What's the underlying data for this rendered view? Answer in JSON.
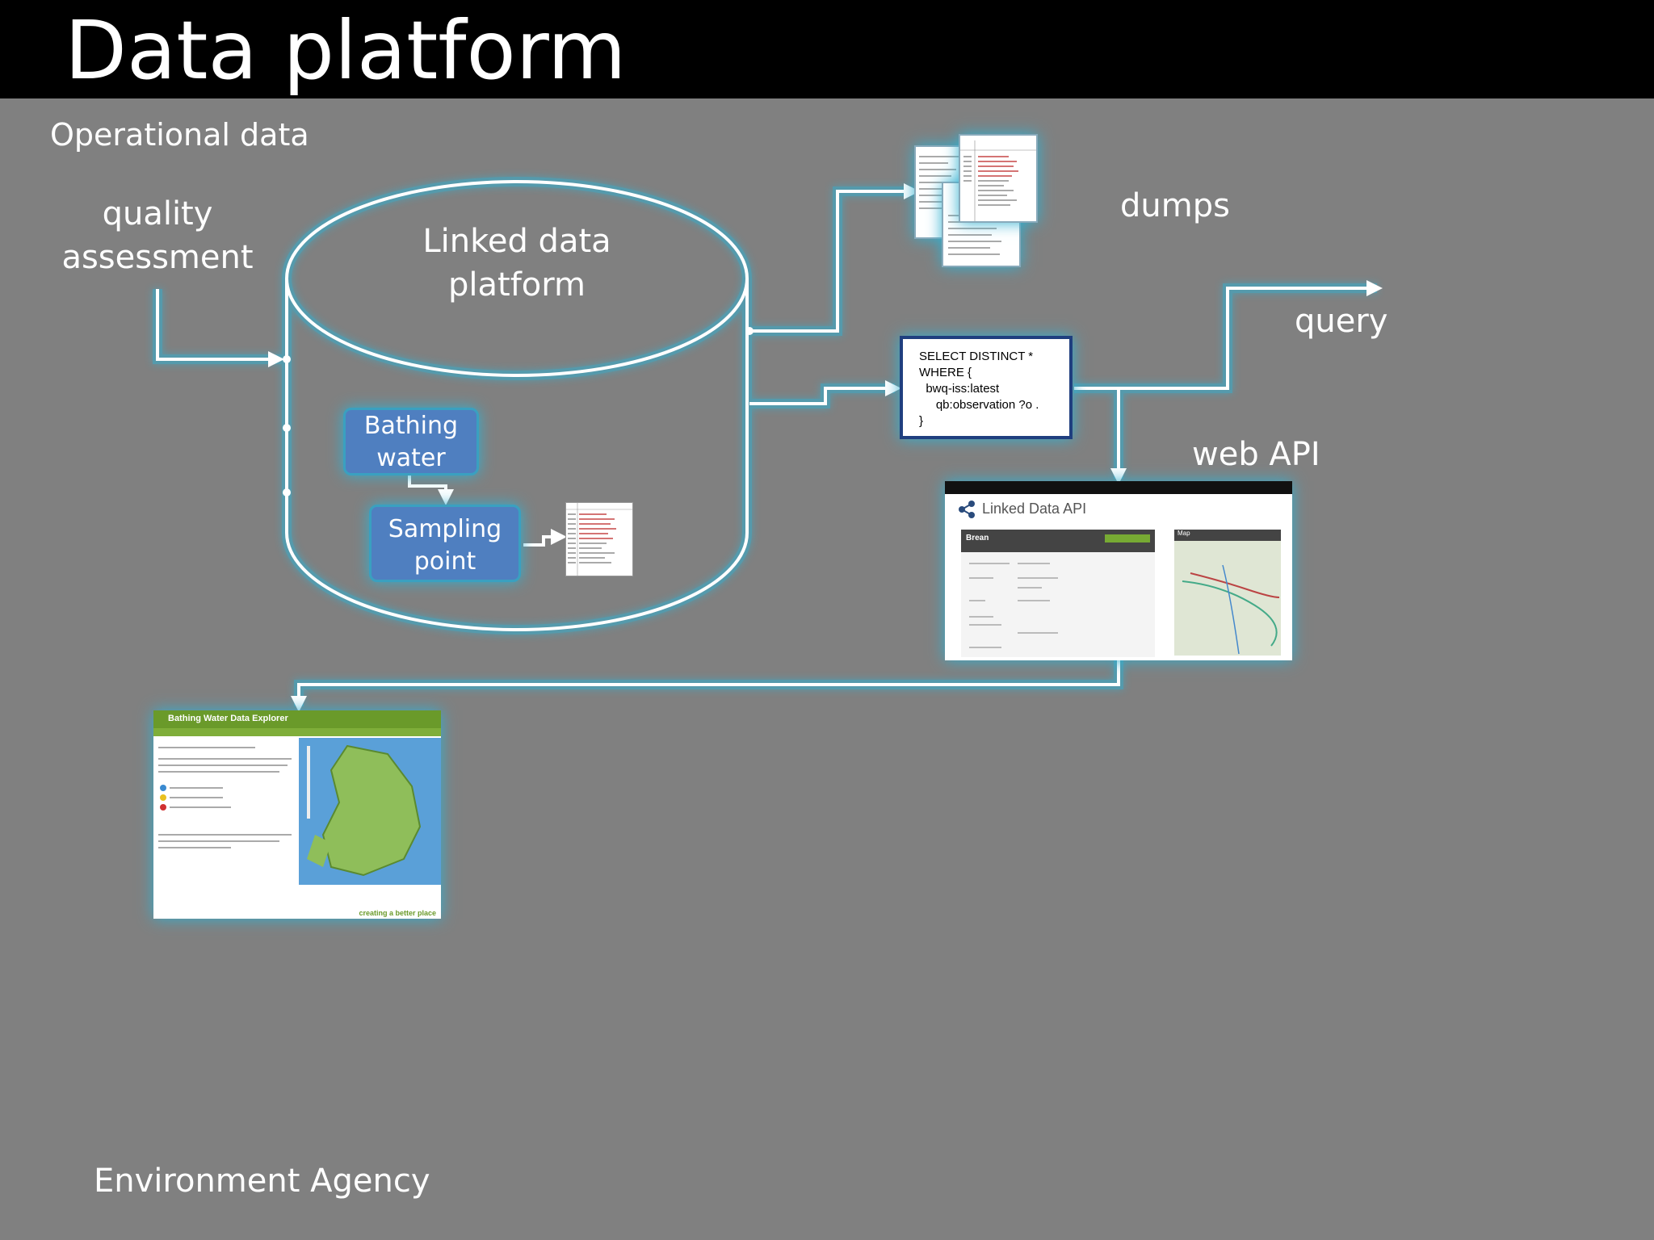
{
  "slide": {
    "title": "Data platform",
    "footer": "Environment Agency"
  },
  "labels": {
    "operational_data": "Operational data",
    "quality_line1": "quality",
    "quality_line2": "assessment",
    "platform_line1": "Linked data",
    "platform_line2": "platform",
    "dumps": "dumps",
    "query": "query",
    "web_api": "web API"
  },
  "entities": {
    "bathing_line1": "Bathing",
    "bathing_line2": "water",
    "sampling_line1": "Sampling",
    "sampling_line2": "point"
  },
  "sparql": {
    "lines": [
      "SELECT DISTINCT *",
      "WHERE {",
      "  bwq-iss:latest",
      "     qb:observation ?o .",
      "}"
    ]
  },
  "api_screenshot": {
    "title": "Linked Data API",
    "panel_header": "Brean",
    "map_label": "Map"
  },
  "explorer_screenshot": {
    "title": "Bathing Water Data Explorer",
    "tagline": "creating a better place"
  },
  "colors": {
    "background": "#808080",
    "title_bar": "#000000",
    "glow": "#33b0d0",
    "entity_box": "#4f7fc0"
  }
}
